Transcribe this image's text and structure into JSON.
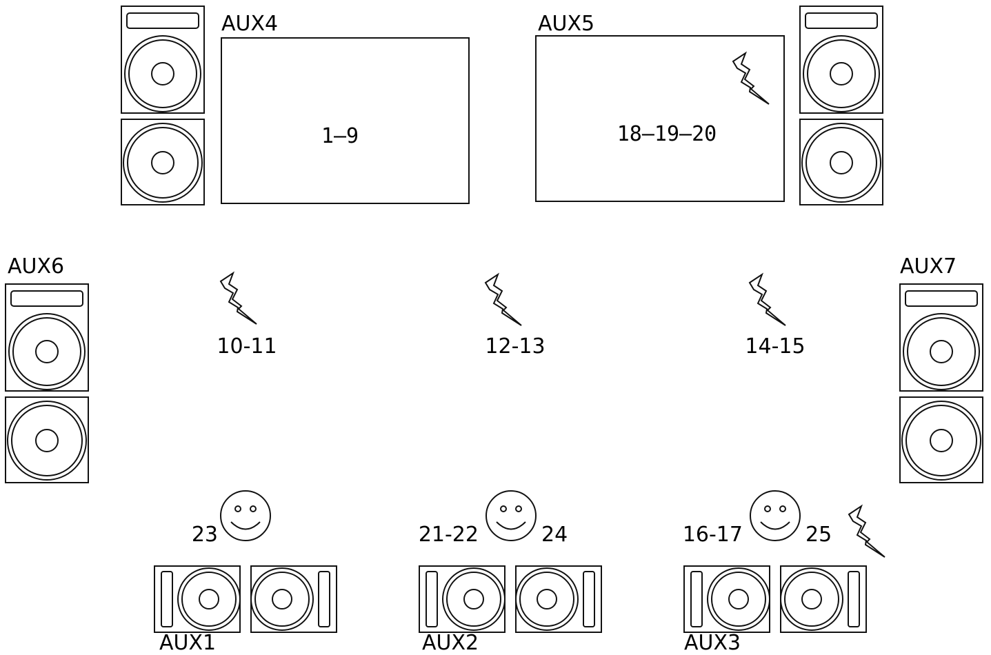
{
  "stage_areas": {
    "riser_left": {
      "label": "1–9"
    },
    "riser_right": {
      "label": "18–19–20"
    }
  },
  "aux_labels": {
    "aux1": "AUX1",
    "aux2": "AUX2",
    "aux3": "AUX3",
    "aux4": "AUX4",
    "aux5": "AUX5",
    "aux6": "AUX6",
    "aux7": "AUX7"
  },
  "positions": {
    "p1011": "10-11",
    "p1213": "12-13",
    "p1415": "14-15"
  },
  "performers": {
    "left": {
      "label_left": "23"
    },
    "center": {
      "label_left": "21-22",
      "label_right": "24"
    },
    "right": {
      "label_left": "16-17",
      "label_right": "25"
    }
  },
  "icons": {
    "speaker": "speaker-cabinet-icon",
    "wedge": "wedge-monitor-icon",
    "power": "lightning-power-icon",
    "performer": "smiley-face-icon"
  },
  "colors": {
    "line": "#111111",
    "background": "#ffffff"
  }
}
